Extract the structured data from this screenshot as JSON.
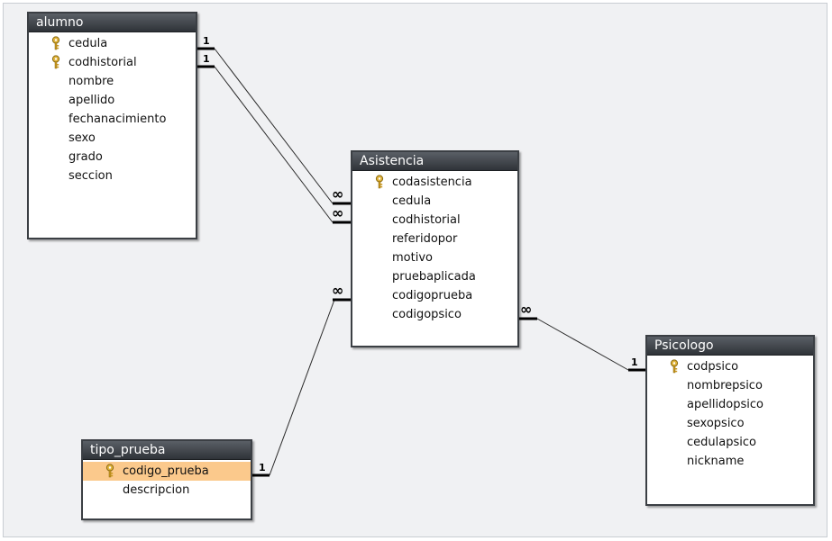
{
  "tables": {
    "alumno": {
      "title": "alumno",
      "fields": [
        {
          "name": "cedula",
          "key": true
        },
        {
          "name": "codhistorial",
          "key": true
        },
        {
          "name": "nombre",
          "key": false
        },
        {
          "name": "apellido",
          "key": false
        },
        {
          "name": "fechanacimiento",
          "key": false
        },
        {
          "name": "sexo",
          "key": false
        },
        {
          "name": "grado",
          "key": false
        },
        {
          "name": "seccion",
          "key": false
        }
      ]
    },
    "asistencia": {
      "title": "Asistencia",
      "fields": [
        {
          "name": "codasistencia",
          "key": true
        },
        {
          "name": "cedula",
          "key": false
        },
        {
          "name": "codhistorial",
          "key": false
        },
        {
          "name": "referidopor",
          "key": false
        },
        {
          "name": "motivo",
          "key": false
        },
        {
          "name": "pruebaplicada",
          "key": false
        },
        {
          "name": "codigoprueba",
          "key": false
        },
        {
          "name": "codigopsico",
          "key": false
        }
      ]
    },
    "psicologo": {
      "title": "Psicologo",
      "fields": [
        {
          "name": "codpsico",
          "key": true
        },
        {
          "name": "nombrepsico",
          "key": false
        },
        {
          "name": "apellidopsico",
          "key": false
        },
        {
          "name": "sexopsico",
          "key": false
        },
        {
          "name": "cedulapsico",
          "key": false
        },
        {
          "name": "nickname",
          "key": false
        }
      ]
    },
    "tipo_prueba": {
      "title": "tipo_prueba",
      "fields": [
        {
          "name": "codigo_prueba",
          "key": true,
          "selected": true
        },
        {
          "name": "descripcion",
          "key": false
        }
      ]
    }
  },
  "relationships": {
    "one_label": "1",
    "many_label": "∞"
  },
  "colors": {
    "title_bar": "#3b3f44",
    "selected_row": "#fbc98c",
    "key_icon": "#d4a52a",
    "canvas": "#f0f1f3"
  }
}
